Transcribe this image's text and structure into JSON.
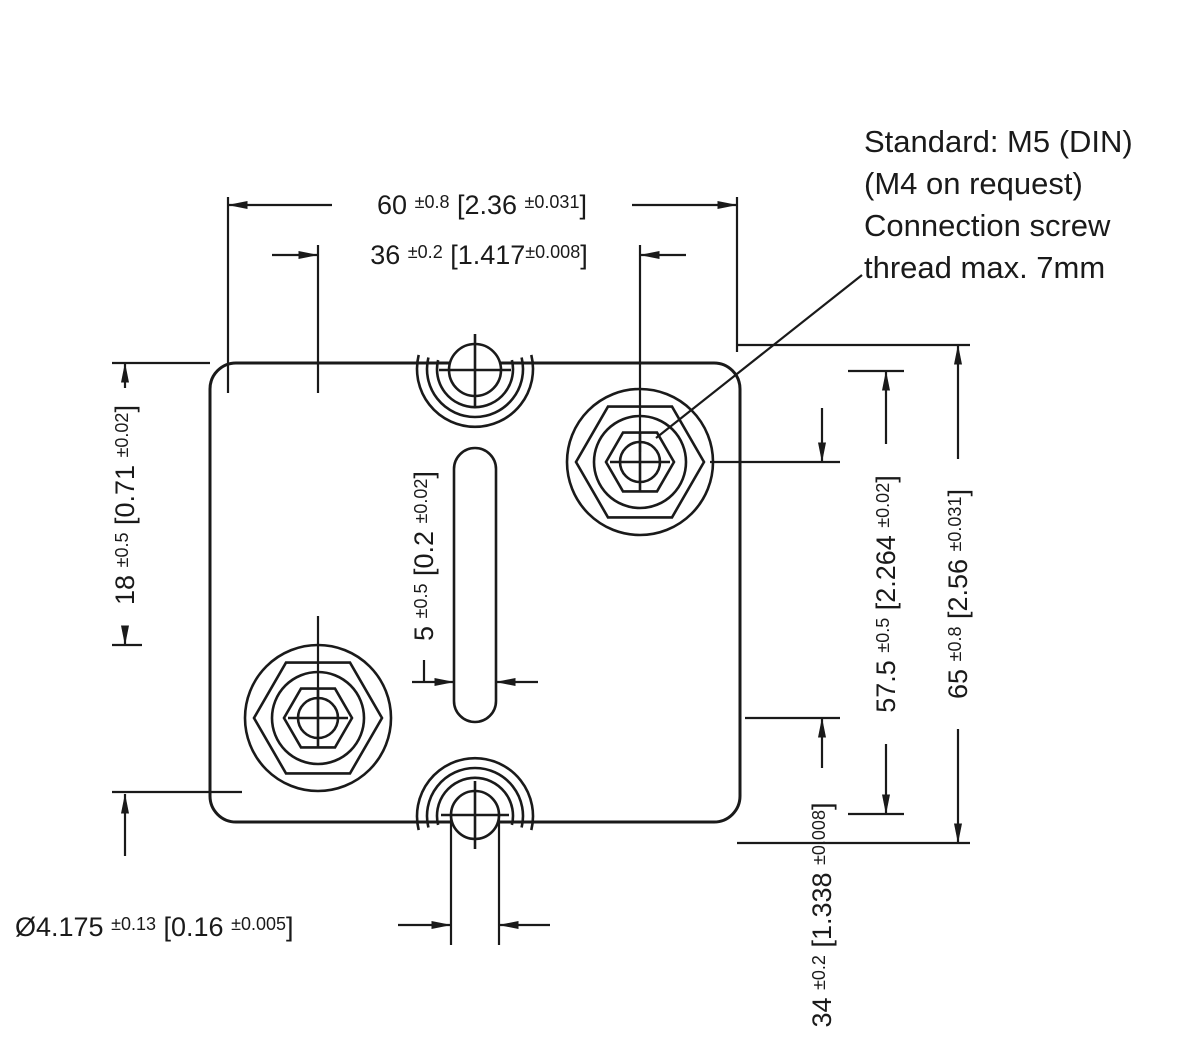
{
  "colors": {
    "ink": "#1a1a1a",
    "background": "#ffffff"
  },
  "note": {
    "line1": "Standard: M5 (DIN)",
    "line2": "(M4 on request)",
    "line3": "Connection screw",
    "line4": "thread max. 7mm"
  },
  "dimensions": {
    "width_outer": {
      "value": "60 ",
      "tol": "±0.8",
      "inch": " [2.36 ",
      "inch_tol": "±0.031",
      "close": "]"
    },
    "width_inner": {
      "value": "36 ",
      "tol": "±0.2",
      "inch": " [1.417",
      "inch_tol": "±0.008",
      "close": "]"
    },
    "edge_offset": {
      "value": "18 ",
      "tol": "±0.5",
      "inch": " [0.71 ",
      "inch_tol": "±0.02",
      "close": "]"
    },
    "slot_width": {
      "value": "5 ",
      "tol": "±0.5",
      "inch": " [0.2 ",
      "inch_tol": "±0.02",
      "close": "]"
    },
    "hole_centers": {
      "value": "57.5 ",
      "tol": "±0.5",
      "inch": " [2.264 ",
      "inch_tol": "±0.02",
      "close": "]"
    },
    "height_outer": {
      "value": "65 ",
      "tol": "±0.8",
      "inch": " [2.56 ",
      "inch_tol": "±0.031",
      "close": "]"
    },
    "terminal_pitch": {
      "value": "34 ",
      "tol": "±0.2",
      "inch": " [1.338 ",
      "inch_tol": "±0.008",
      "close": "]"
    },
    "hole_diameter": {
      "value": "Ø4.175 ",
      "tol": "±0.13",
      "inch": " [0.16 ",
      "inch_tol": "±0.005",
      "close": "]"
    }
  }
}
